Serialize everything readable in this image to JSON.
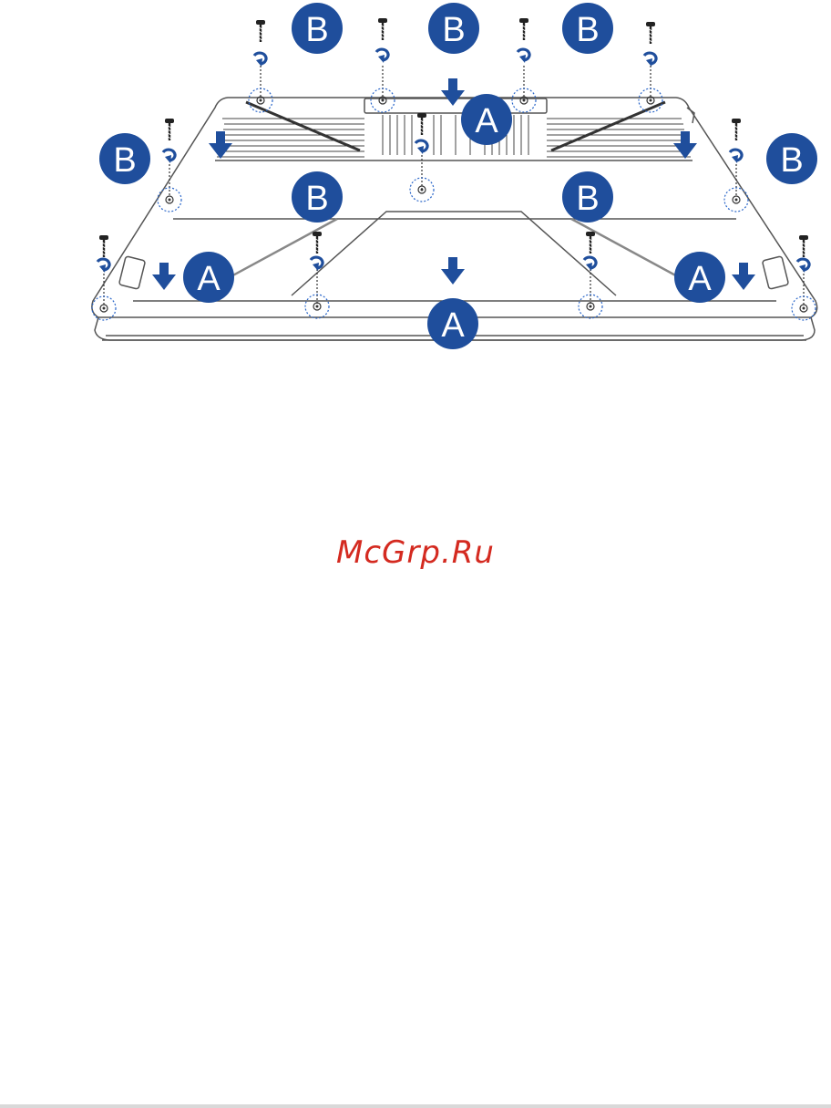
{
  "diagram": {
    "callout_color": "#1f4e9c",
    "accent_dotted": "#2a66c9",
    "line_color": "#555555",
    "labels": {
      "a": "A",
      "b": "B"
    }
  },
  "watermark": {
    "text": "McGrp.Ru",
    "color": "#d42a20"
  }
}
